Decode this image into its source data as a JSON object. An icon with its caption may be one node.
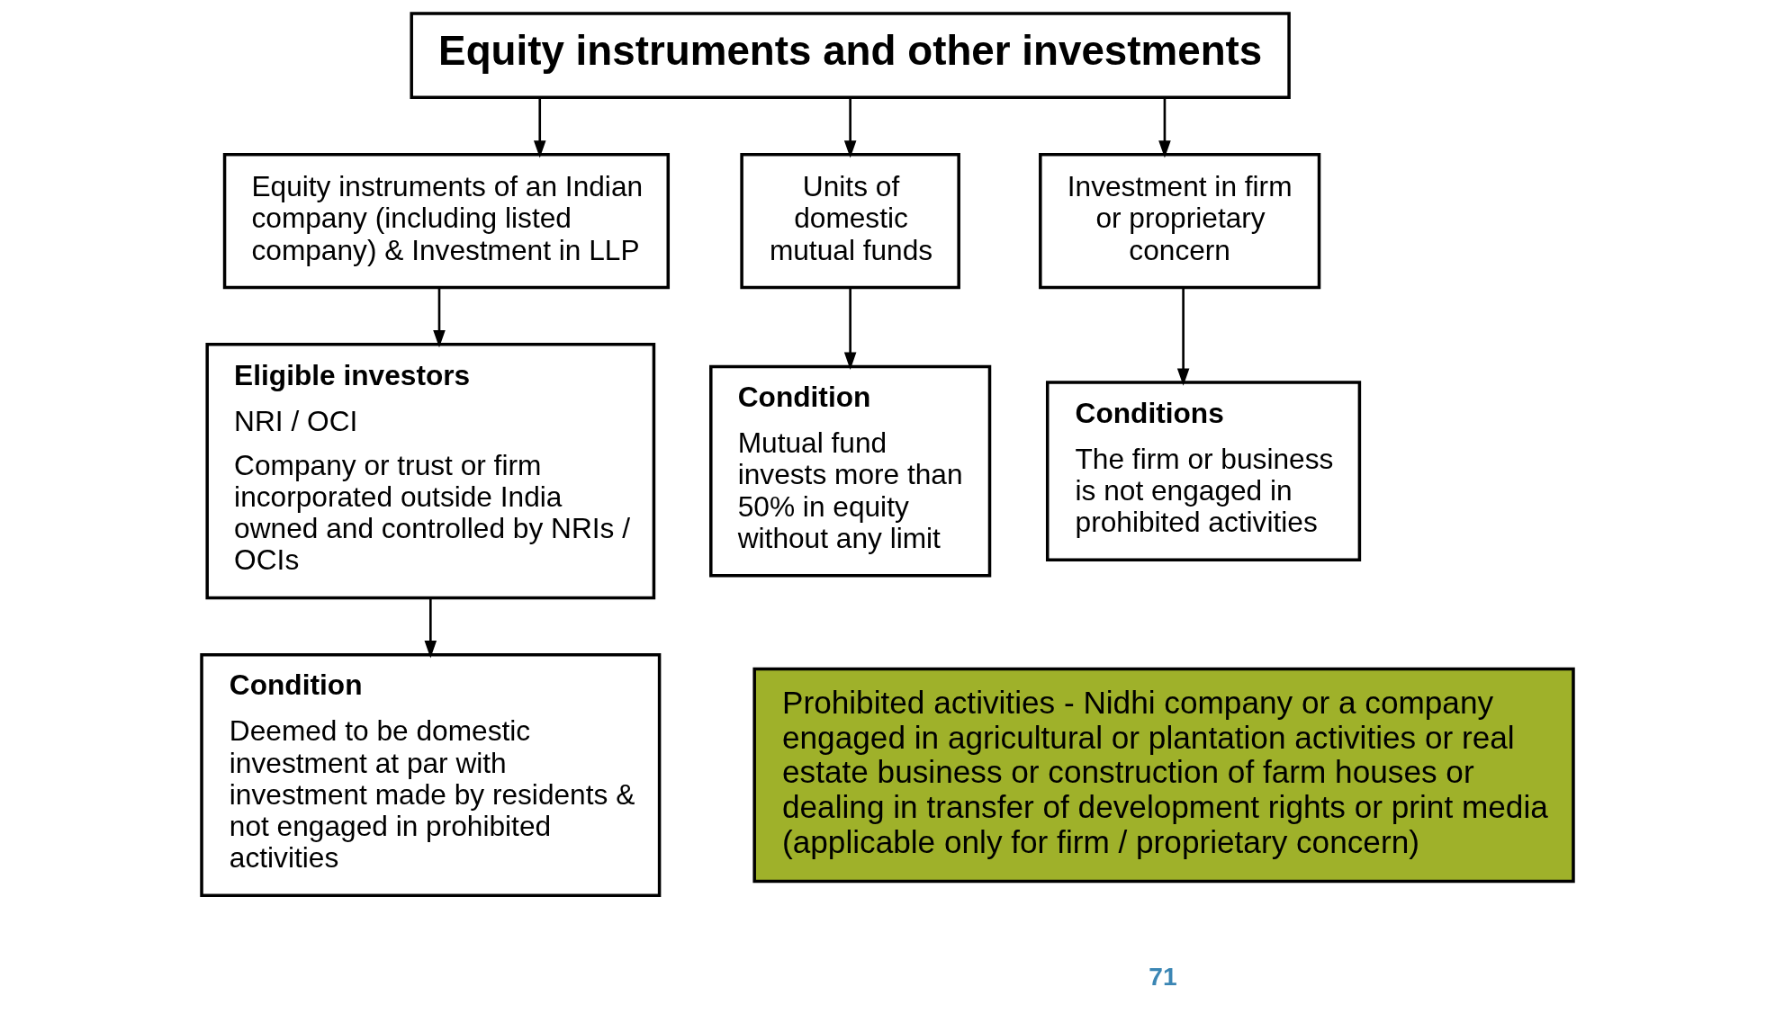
{
  "diagram": {
    "nodes": [
      {
        "text": [
          "Equity instruments and other investments"
        ]
      },
      {
        "text": [
          "Equity instruments of an Indian company (including listed company) & Investment in LLP"
        ]
      },
      {
        "text": [
          "Eligible investors",
          "NRI / OCI",
          "Company or trust or firm incorporated outside India owned and controlled by NRIs / OCIs"
        ]
      },
      {
        "text": [
          "Condition",
          "Deemed to be domestic investment at par with investment made by residents & not engaged in prohibited activities"
        ]
      },
      {
        "text": [
          "Units of domestic mutual funds"
        ]
      },
      {
        "text": [
          "Condition",
          "Mutual fund invests more than 50% in equity without any limit"
        ]
      },
      {
        "text": [
          "Investment in firm or proprietary concern"
        ]
      },
      {
        "text": [
          "Conditions",
          "The firm or business is not engaged in prohibited activities"
        ]
      },
      {
        "text": [
          "Prohibited activities - Nidhi company or a company engaged in agricultural or plantation activities or real estate business or construction of farm houses or dealing in transfer of development rights or print media (applicable only for firm / proprietary concern)"
        ]
      }
    ],
    "edges": [
      {
        "from": 0,
        "to": 1,
        "arrow": "to"
      },
      {
        "from": 0,
        "to": 4,
        "arrow": "to"
      },
      {
        "from": 0,
        "to": 6,
        "arrow": "to"
      },
      {
        "from": 1,
        "to": 2,
        "arrow": "to"
      },
      {
        "from": 4,
        "to": 5,
        "arrow": "to"
      },
      {
        "from": 6,
        "to": 7,
        "arrow": "to"
      },
      {
        "from": 2,
        "to": 3,
        "arrow": "to"
      }
    ],
    "labels": [
      "71"
    ]
  }
}
